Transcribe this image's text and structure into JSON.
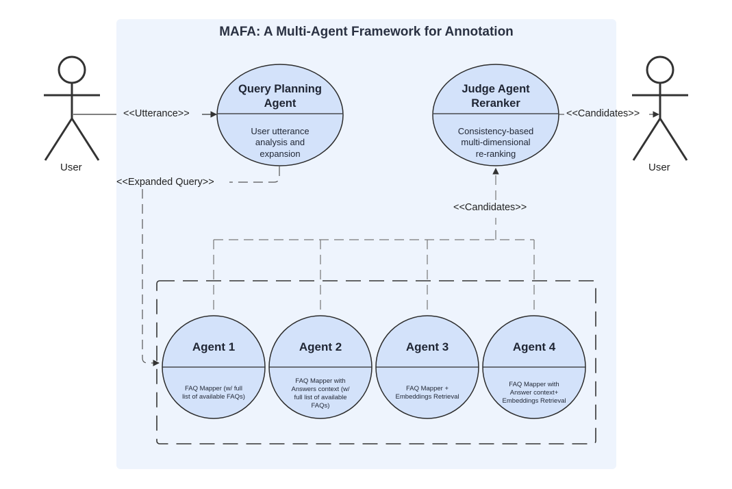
{
  "title": "MAFA: A Multi-Agent Framework for Annotation",
  "actors": {
    "left": {
      "label": "User"
    },
    "right": {
      "label": "User"
    }
  },
  "query_planning": {
    "title_line1": "Query Planning",
    "title_line2": "Agent",
    "desc_line1": "User utterance",
    "desc_line2": "analysis and",
    "desc_line3": "expansion"
  },
  "judge": {
    "title_line1": "Judge Agent",
    "title_line2": "Reranker",
    "desc_line1": "Consistency-based",
    "desc_line2": "multi-dimensional",
    "desc_line3": "re-ranking"
  },
  "edges": {
    "utterance": "<<Utterance>>",
    "candidates_out": "<<Candidates>>",
    "expanded_query": "<<Expanded Query>>",
    "candidates_in": "<<Candidates>>"
  },
  "agents": [
    {
      "title": "Agent 1",
      "desc_lines": [
        "FAQ Mapper (w/ full",
        "list of available FAQs)"
      ]
    },
    {
      "title": "Agent 2",
      "desc_lines": [
        "FAQ Mapper with",
        "Answers context (w/",
        "full list of available",
        "FAQs)"
      ]
    },
    {
      "title": "Agent 3",
      "desc_lines": [
        "FAQ Mapper +",
        "Embeddings Retrieval"
      ]
    },
    {
      "title": "Agent 4",
      "desc_lines": [
        "FAQ Mapper with",
        "Answer context+",
        "Embeddings Retrieval"
      ]
    }
  ],
  "colors": {
    "panel": "#eef4fd",
    "oval_fill": "#d3e2fa",
    "stroke": "#2b2b2b",
    "dash": "#555555"
  }
}
